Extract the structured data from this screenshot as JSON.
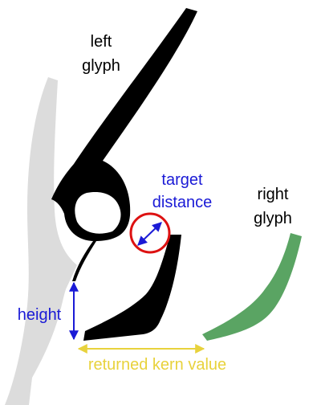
{
  "labels": {
    "left_glyph_line1": "left",
    "left_glyph_line2": "glyph",
    "right_glyph_line1": "right",
    "right_glyph_line2": "glyph",
    "target_distance_line1": "target",
    "target_distance_line2": "distance",
    "height": "height",
    "returned_kern_value": "returned kern value"
  },
  "colors": {
    "background": "#ffffff",
    "background_glyph": "#dcdcdc",
    "left_glyph": "#000000",
    "right_glyph": "#5aa463",
    "measurement_blue": "#1a1ad6",
    "target_circle": "#dd1111",
    "kern_arrow": "#e8d23c",
    "label_text": "#000000"
  }
}
